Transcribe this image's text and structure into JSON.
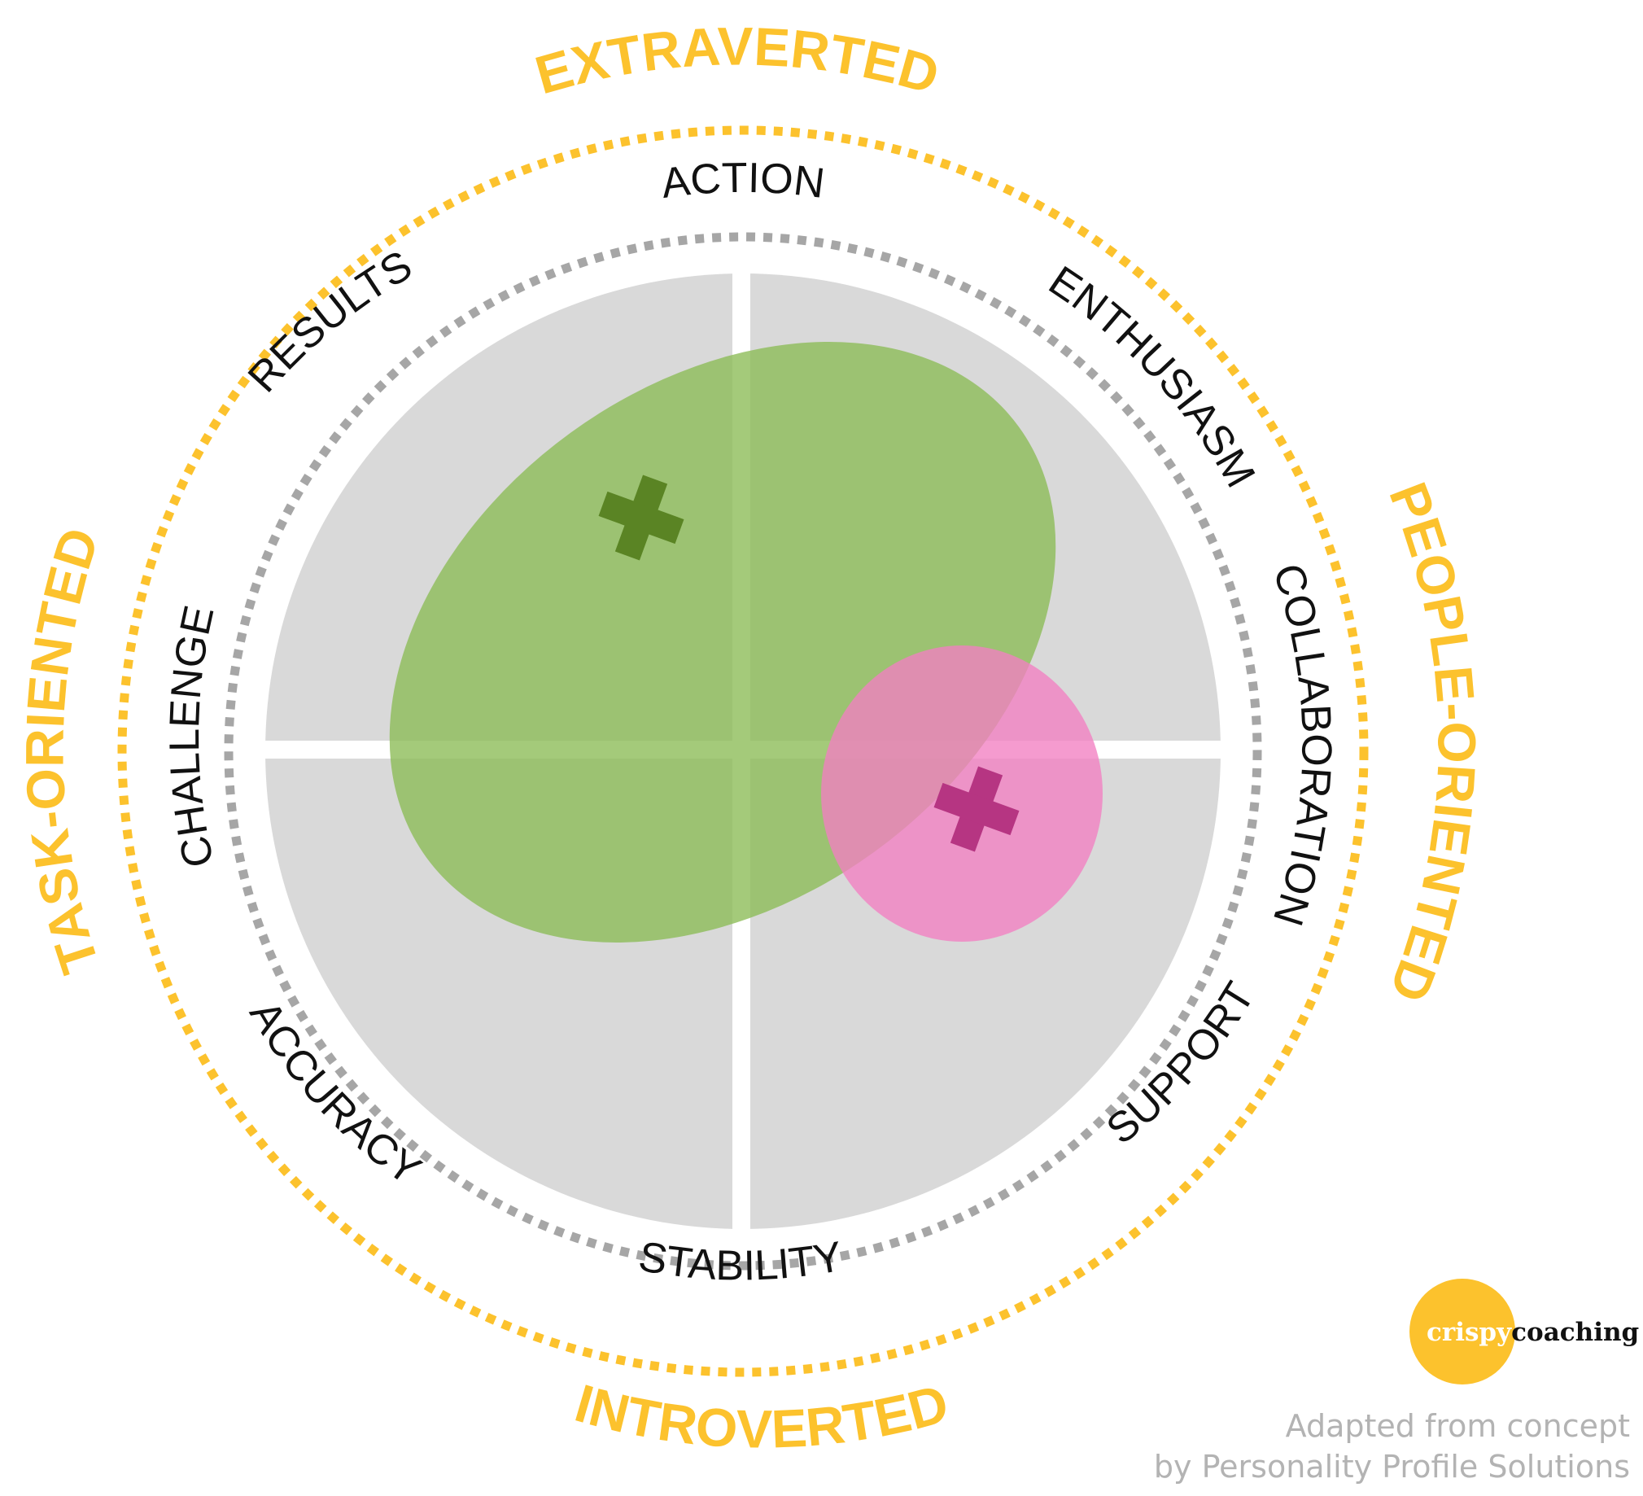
{
  "colors": {
    "accent_yellow": "#fcc22d",
    "ring_grey": "#a6a6a6",
    "quadrant_grey": "#d9d9d9",
    "green_blob": "#8bbb54",
    "green_marker": "#5a8424",
    "pink_blob": "#f27fc2",
    "pink_marker": "#b63582",
    "credit_grey": "#b3b3b3"
  },
  "axes": {
    "top": "EXTRAVERTED",
    "bottom": "INTROVERTED",
    "left": "TASK-ORIENTED",
    "right": "PEOPLE-ORIENTED"
  },
  "traits": {
    "action": "ACTION",
    "enthusiasm": "ENTHUSIASM",
    "collaboration": "COLLABORATION",
    "support": "SUPPORT",
    "stability": "STABILITY",
    "accuracy": "ACCURACY",
    "challenge": "CHALLENGE",
    "results": "RESULTS"
  },
  "logo": {
    "part1": "crispy",
    "part2": "coaching",
    "icon": "yellow-circle-logo-icon"
  },
  "credit": {
    "line1": "Adapted from concept",
    "line2": "by Personality Profile Solutions"
  },
  "markers": {
    "green": "plus-icon",
    "pink": "plus-icon"
  }
}
